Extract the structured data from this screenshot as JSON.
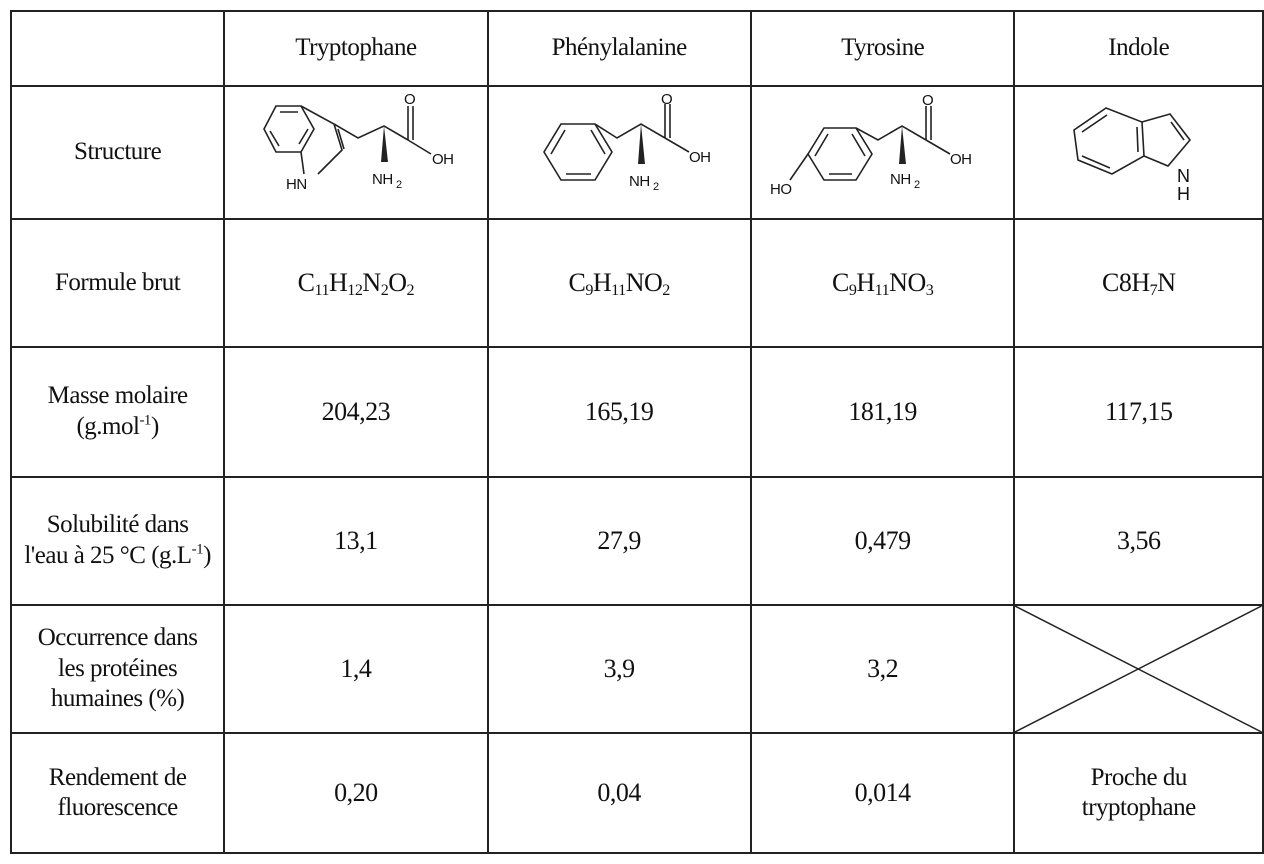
{
  "headers": [
    "",
    "Tryptophane",
    "Phénylalanine",
    "Tyrosine",
    "Indole"
  ],
  "rows": {
    "structure": {
      "label": "Structure",
      "atoms": {
        "tryptophane": {
          "o": "O",
          "oh": "OH",
          "nh2": "NH",
          "nh2_sub": "2",
          "hn": "HN"
        },
        "phenylalanine": {
          "o": "O",
          "oh": "OH",
          "nh2": "NH",
          "nh2_sub": "2"
        },
        "tyrosine": {
          "o": "O",
          "oh": "OH",
          "nh2": "NH",
          "nh2_sub": "2",
          "ho": "HO"
        },
        "indole": {
          "n": "N",
          "h": "H"
        }
      }
    },
    "formula": {
      "label": "Formule brut",
      "tryptophane": [
        {
          "t": "C"
        },
        {
          "s": "11"
        },
        {
          "t": "H"
        },
        {
          "s": "12"
        },
        {
          "t": "N"
        },
        {
          "s": "2"
        },
        {
          "t": "O"
        },
        {
          "s": "2"
        }
      ],
      "phenylalanine": [
        {
          "t": "C"
        },
        {
          "s": "9"
        },
        {
          "t": "H"
        },
        {
          "s": "11"
        },
        {
          "t": "NO"
        },
        {
          "s": "2"
        }
      ],
      "tyrosine": [
        {
          "t": "C"
        },
        {
          "s": "9"
        },
        {
          "t": "H"
        },
        {
          "s": "11"
        },
        {
          "t": "NO"
        },
        {
          "s": "3"
        }
      ],
      "indole": [
        {
          "t": "C8H"
        },
        {
          "s": "7"
        },
        {
          "t": "N"
        }
      ]
    },
    "molar_mass": {
      "label_line1": "Masse molaire",
      "label_line2_pre": "(g.mol",
      "label_line2_sup": "-1",
      "label_line2_post": ")",
      "values": [
        "204,23",
        "165,19",
        "181,19",
        "117,15"
      ]
    },
    "solubility": {
      "label_line1": "Solubilité dans",
      "label_line2_pre": "l'eau à 25 °C (g.L",
      "label_line2_sup": "-1",
      "label_line2_post": ")",
      "values": [
        "13,1",
        "27,9",
        "0,479",
        "3,56"
      ]
    },
    "occurrence": {
      "label_lines": [
        "Occurrence dans",
        "les protéines",
        "humaines (%)"
      ],
      "values": [
        "1,4",
        "3,9",
        "3,2"
      ]
    },
    "fluorescence": {
      "label_lines": [
        "Rendement de",
        "fluorescence"
      ],
      "values": [
        "0,20",
        "0,04",
        "0,014"
      ],
      "indole_lines": [
        "Proche du",
        "tryptophane"
      ]
    }
  }
}
